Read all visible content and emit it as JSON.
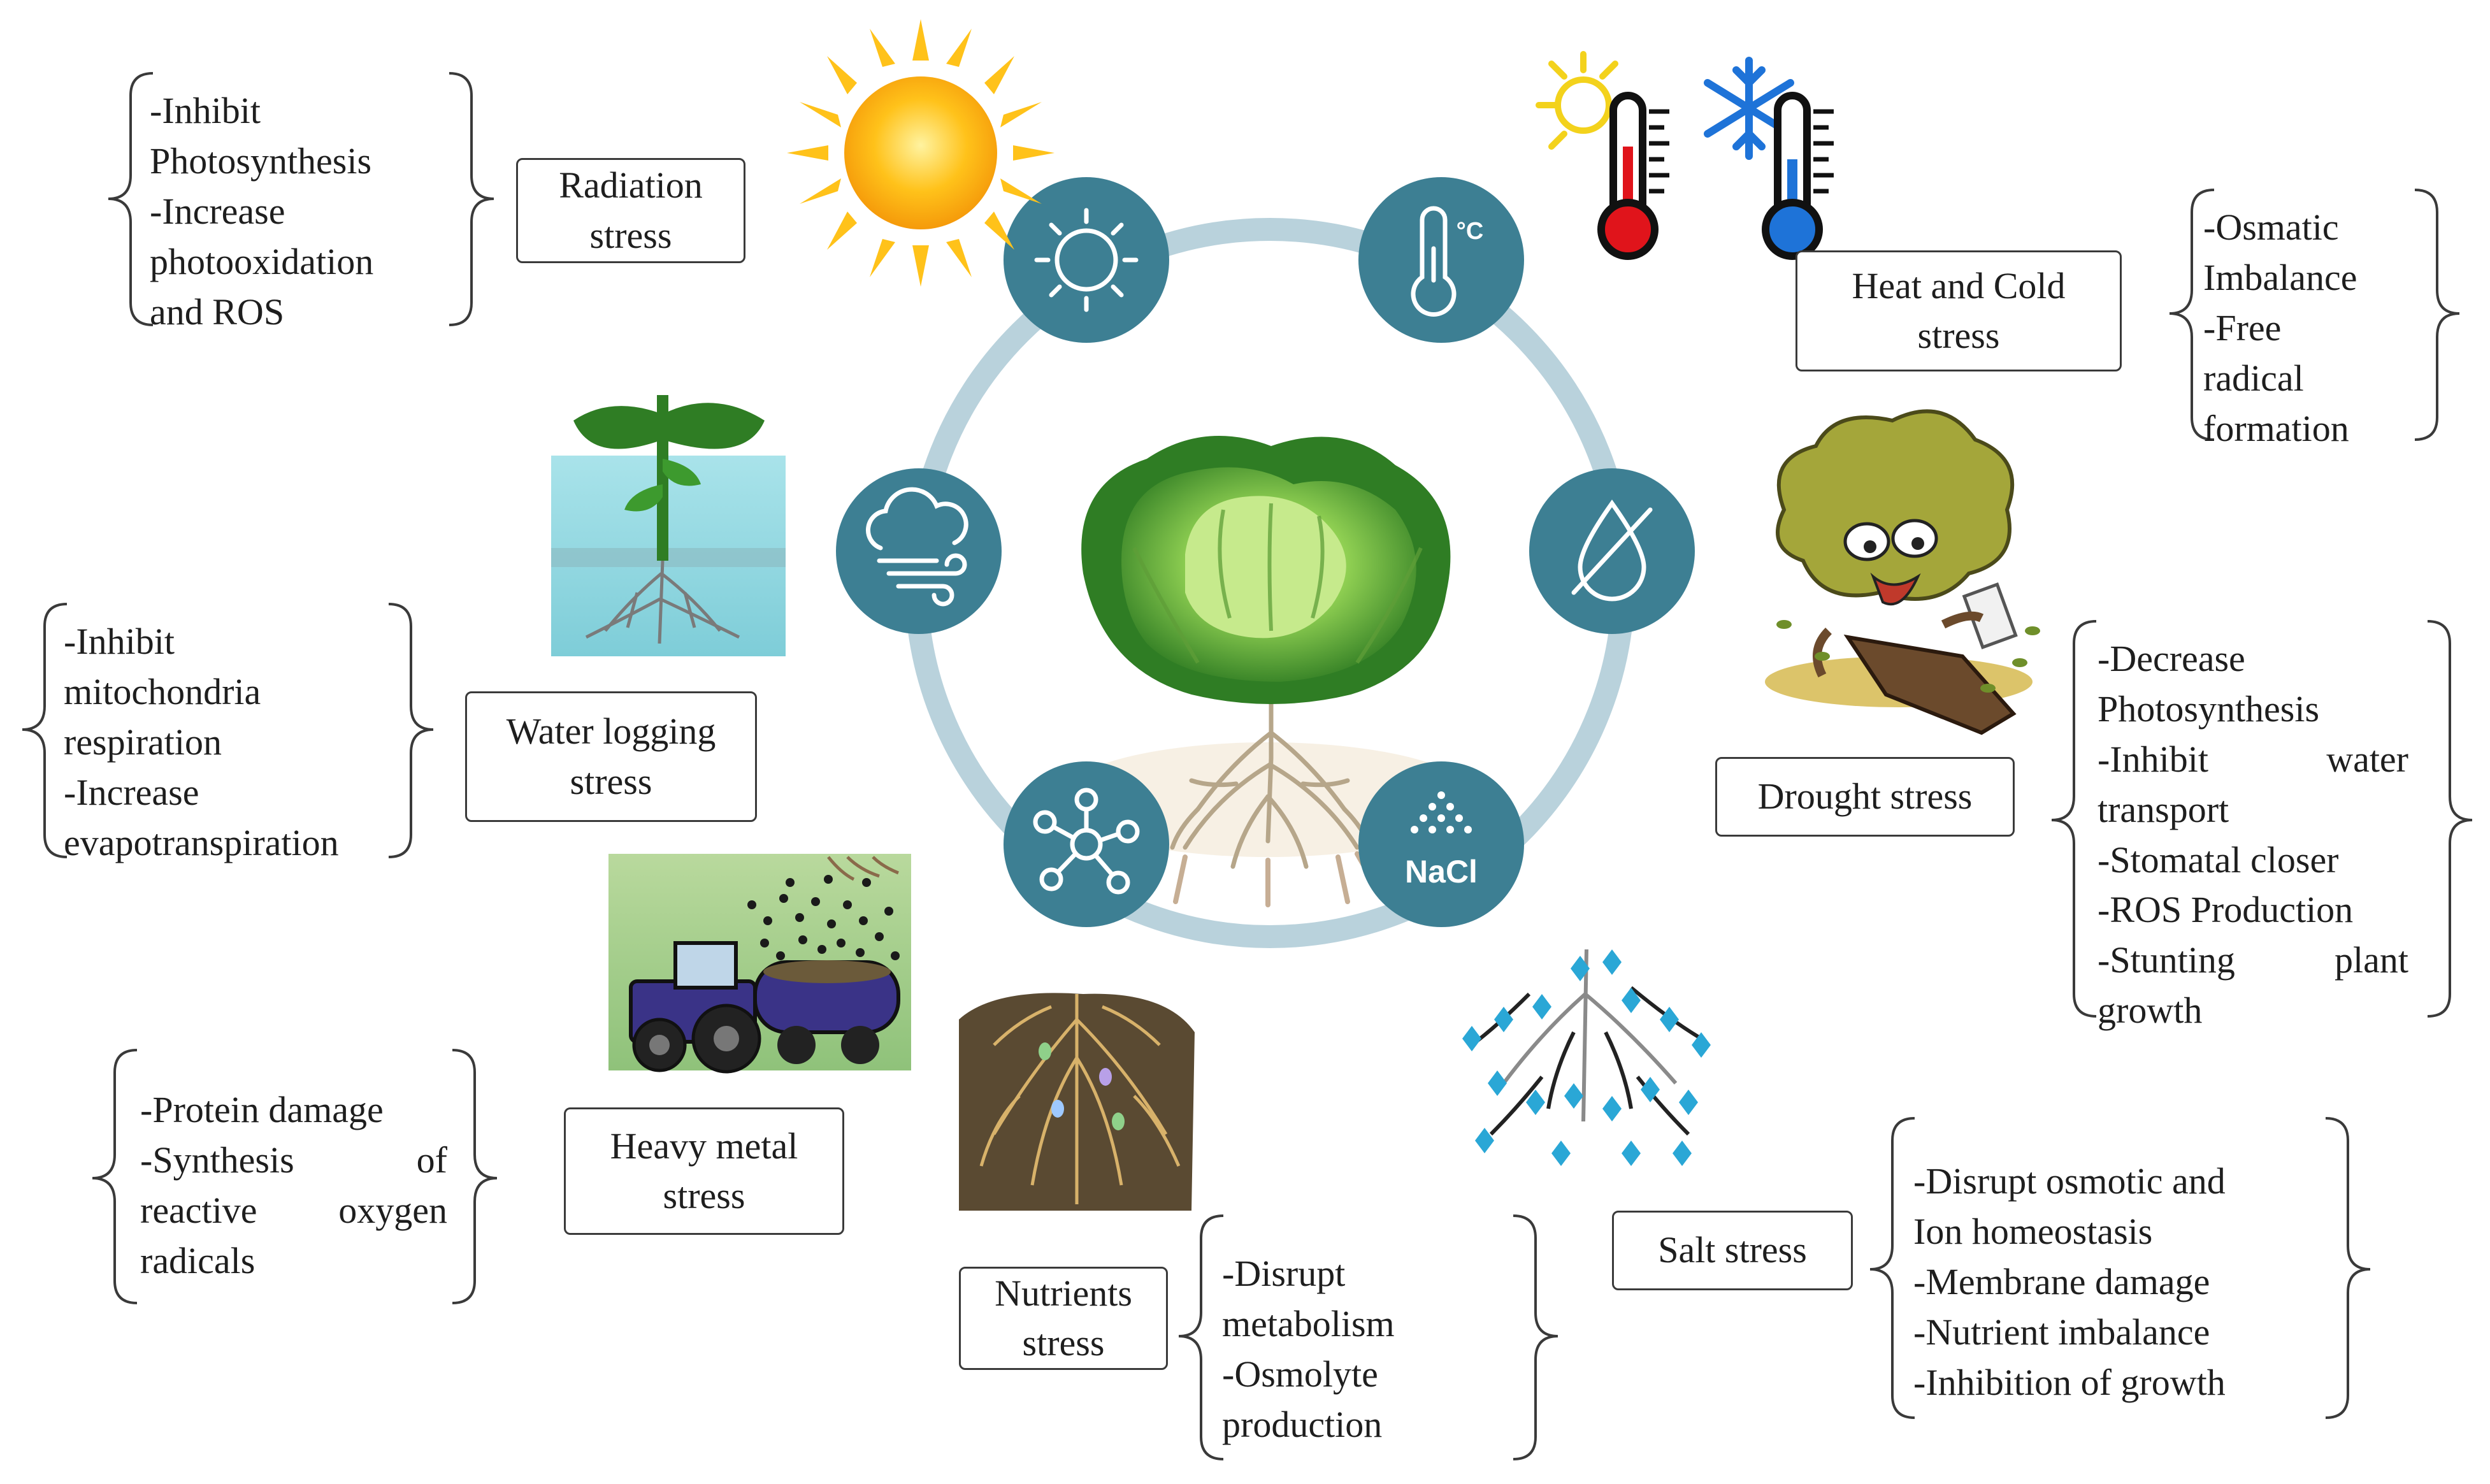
{
  "stresses": [
    {
      "key": "radiation",
      "label": [
        "Radiation",
        "stress"
      ],
      "effects": [
        "-Inhibit",
        "Photosynthesis",
        "-Increase",
        "photooxidation",
        "and ROS"
      ]
    },
    {
      "key": "heat-cold",
      "label": [
        "Heat and Cold",
        "stress"
      ],
      "effects": [
        "-Osmatic",
        "Imbalance",
        "-Free",
        "radical",
        "formation"
      ]
    },
    {
      "key": "water-logging",
      "label": [
        "Water logging",
        "stress"
      ],
      "effects": [
        "-Inhibit",
        "mitochondria",
        "respiration",
        "-Increase",
        "evapotranspiration"
      ]
    },
    {
      "key": "drought",
      "label": [
        "Drought stress"
      ],
      "effects": [
        "-Decrease",
        "Photosynthesis",
        "-Inhibit water",
        "transport",
        "-Stomatal closer",
        "-ROS Production",
        "-Stunting plant",
        "growth"
      ]
    },
    {
      "key": "heavy-metal",
      "label": [
        "Heavy metal",
        "stress"
      ],
      "effects": [
        "-Protein damage",
        "-Synthesis of",
        "reactive oxygen",
        "radicals"
      ]
    },
    {
      "key": "nutrients",
      "label": [
        "Nutrients",
        "stress"
      ],
      "effects": [
        "-Disrupt",
        "metabolism",
        "-Osmolyte",
        "production"
      ]
    },
    {
      "key": "salt",
      "label": [
        "Salt stress"
      ],
      "effects": [
        "-Disrupt osmotic and",
        "Ion homeostasis",
        "-Membrane damage",
        "-Nutrient imbalance",
        "-Inhibition of growth"
      ]
    }
  ],
  "icons": {
    "sun": "sun-icon",
    "thermometer": "thermometer-icon",
    "cloud_wind": "cloud-wind-icon",
    "drop": "drop-slash-icon",
    "molecule": "molecule-icon",
    "salt": "salt-crystal-icon",
    "salt_text": "NaCl",
    "temp_unit": "°C"
  },
  "colors": {
    "node": "#3d7f93",
    "ring": "#b9d2dc",
    "text": "#1e1e1e",
    "border": "#3a3a3a"
  }
}
